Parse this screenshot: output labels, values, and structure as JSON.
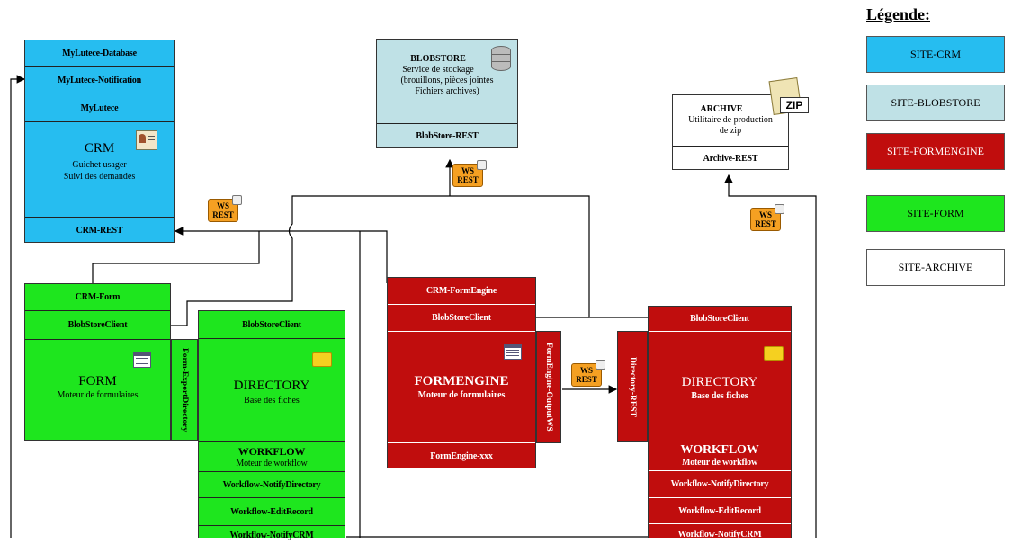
{
  "legend": {
    "title": "Légende:",
    "items": [
      {
        "label": "SITE-CRM",
        "color": "#26bdf0"
      },
      {
        "label": "SITE-BLOBSTORE",
        "color": "#bfe1e6"
      },
      {
        "label": "SITE-FORMENGINE",
        "color": "#c00d0d"
      },
      {
        "label": "SITE-FORM",
        "color": "#1ee61e"
      },
      {
        "label": "SITE-ARCHIVE",
        "color": "#ffffff"
      }
    ]
  },
  "crm": {
    "rows": [
      "MyLutece-Database",
      "MyLutece-Notification",
      "MyLutece"
    ],
    "title": "CRM",
    "subtitle1": "Guichet usager",
    "subtitle2": "Suivi des demandes",
    "rest": "CRM-REST"
  },
  "blobstore": {
    "title": "BLOBSTORE",
    "line1": "Service de stockage",
    "line2": "(brouillons, pièces jointes",
    "line3": "Fichiers archives)",
    "rest": "BlobStore-REST"
  },
  "archive": {
    "title": "ARCHIVE",
    "line1": "Utilitaire de production",
    "line2": "de zip",
    "rest": "Archive-REST",
    "zip_label": "ZIP"
  },
  "form": {
    "rows": [
      "CRM-Form",
      "BlobStoreClient"
    ],
    "title": "FORM",
    "subtitle": "Moteur de formulaires",
    "side": "Form-ExportDirectory"
  },
  "directory_green": {
    "header": "BlobStoreClient",
    "title": "DIRECTORY",
    "subtitle": "Base des fiches",
    "workflow_title": "WORKFLOW",
    "workflow_sub": "Moteur de workflow",
    "rows": [
      "Workflow-NotifyDirectory",
      "Workflow-EditRecord",
      "Workflow-NotifyCRM"
    ]
  },
  "formengine": {
    "rows": [
      "CRM-FormEngine",
      "BlobStoreClient"
    ],
    "title": "FORMENGINE",
    "subtitle": "Moteur de formulaires",
    "footer": "FormEngine-xxx",
    "side": "FormEngine-OutputWS"
  },
  "directory_red": {
    "header": "BlobStoreClient",
    "title": "DIRECTORY",
    "subtitle": "Base des fiches",
    "side": "Directory-REST",
    "workflow_title": "WORKFLOW",
    "workflow_sub": "Moteur de workflow",
    "rows": [
      "Workflow-NotifyDirectory",
      "Workflow-EditRecord",
      "Workflow-NotifyCRM"
    ]
  },
  "ws": {
    "line1": "WS",
    "line2": "REST"
  }
}
